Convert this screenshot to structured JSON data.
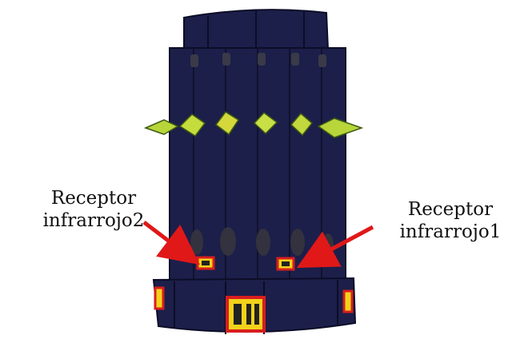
{
  "labels": {
    "left": {
      "line1": "Receptor",
      "line2": "infrarrojo2"
    },
    "right": {
      "line1": "Receptor",
      "line2": "infrarrojo1"
    }
  },
  "colors": {
    "body": "#1c1f4a",
    "body_dark": "#13153a",
    "arrow": "#e01818",
    "sensor_leaf": "#b8d63a",
    "window": "#2e2d3a",
    "receptor_frame": "#d81e1e",
    "receptor_fill": "#f2d21a"
  },
  "icons": {
    "sensor": "leaf-sensor-icon",
    "receptor": "infrared-receptor-icon",
    "arrow": "red-arrow-icon"
  }
}
